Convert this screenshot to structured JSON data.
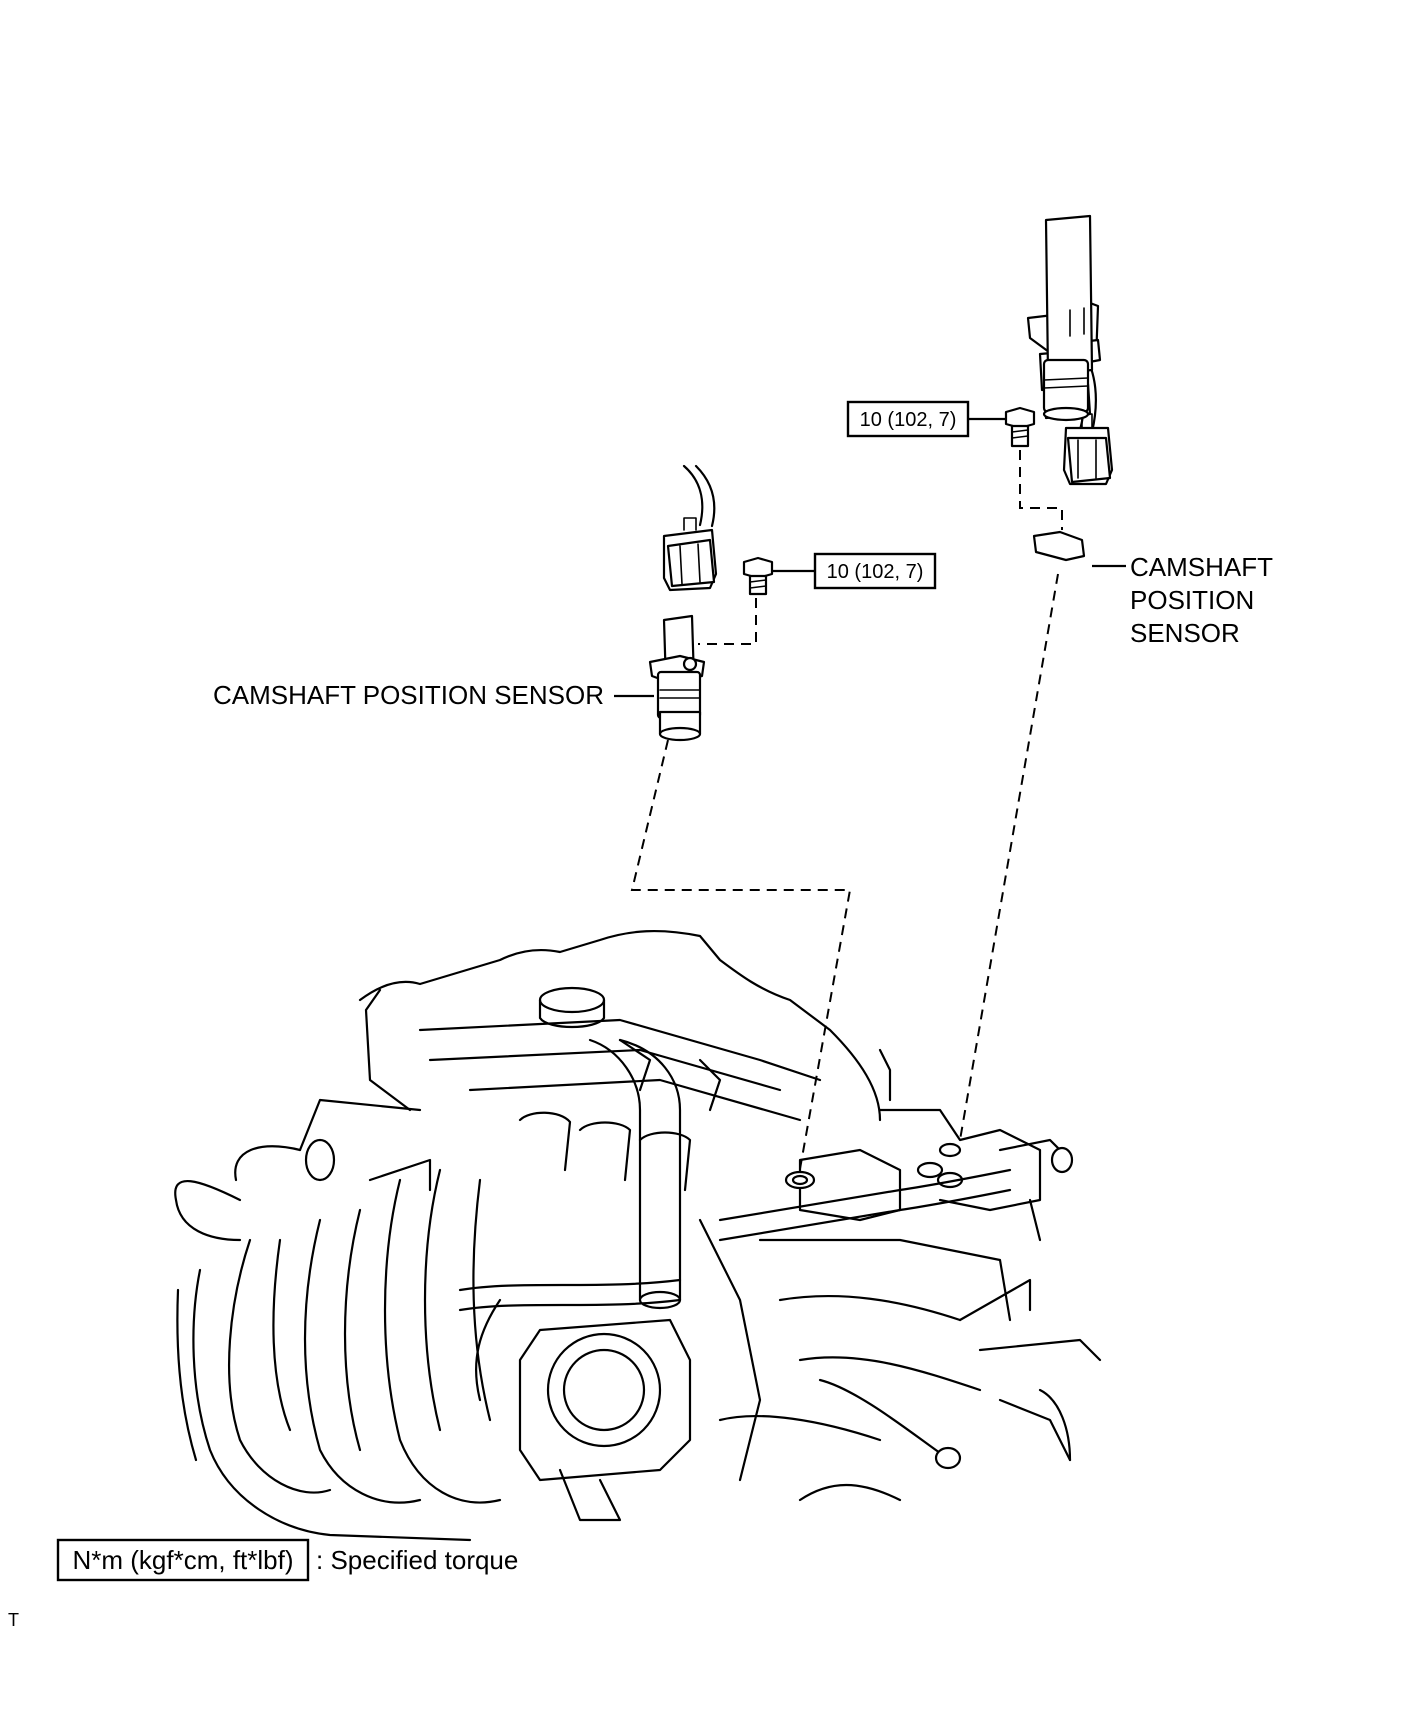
{
  "labels": {
    "sensor_left": "CAMSHAFT POSITION SENSOR",
    "sensor_right_line1": "CAMSHAFT",
    "sensor_right_line2": "POSITION",
    "sensor_right_line3": "SENSOR"
  },
  "torque_specs": {
    "bolt_top": "10 (102, 7)",
    "bolt_middle": "10 (102, 7)"
  },
  "legend": {
    "unit_box": "N*m (kgf*cm, ft*lbf)",
    "description": ": Specified torque"
  },
  "footer": {
    "code": "T"
  }
}
